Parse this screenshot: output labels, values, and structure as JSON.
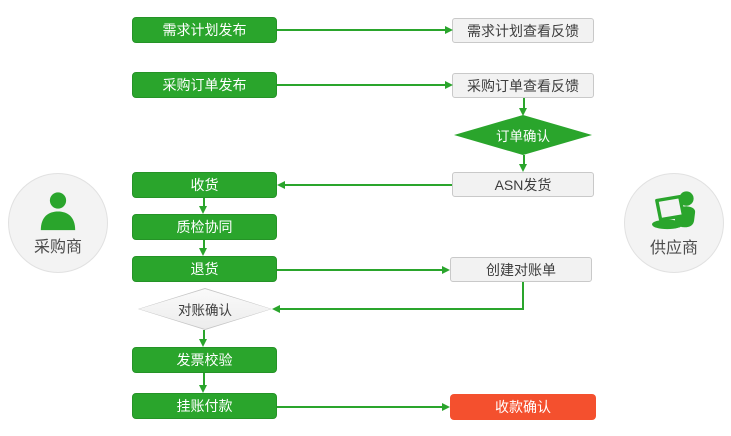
{
  "colors": {
    "green": "#2aa52c",
    "red": "#f4502e",
    "gray_node_background": "#f2f2f2",
    "gray_node_border": "#c9c9c9",
    "text_dark": "#3d3d3d"
  },
  "actors": {
    "buyer": {
      "label": "采购商",
      "icon": "person-icon"
    },
    "supplier": {
      "label": "供应商",
      "icon": "person-laptop-icon"
    }
  },
  "nodes": {
    "demand_plan_release": {
      "label": "需求计划发布",
      "style": "green"
    },
    "demand_plan_feedback": {
      "label": "需求计划查看反馈",
      "style": "gray"
    },
    "purchase_order_release": {
      "label": "采购订单发布",
      "style": "green"
    },
    "purchase_order_feedback": {
      "label": "采购订单查看反馈",
      "style": "gray"
    },
    "order_confirm": {
      "label": "订单确认",
      "style": "green-diamond"
    },
    "asn_shipment": {
      "label": "ASN发货",
      "style": "gray"
    },
    "receive_goods": {
      "label": "收货",
      "style": "green"
    },
    "quality_inspection": {
      "label": "质检协同",
      "style": "green"
    },
    "return_goods": {
      "label": "退货",
      "style": "green"
    },
    "create_statement": {
      "label": "创建对账单",
      "style": "gray"
    },
    "statement_confirm": {
      "label": "对账确认",
      "style": "gray-diamond"
    },
    "invoice_verification": {
      "label": "发票校验",
      "style": "green"
    },
    "pending_payment": {
      "label": "挂账付款",
      "style": "green"
    },
    "payment_receipt_confirm": {
      "label": "收款确认",
      "style": "red"
    }
  },
  "edges": [
    {
      "from": "demand_plan_release",
      "to": "demand_plan_feedback"
    },
    {
      "from": "purchase_order_release",
      "to": "purchase_order_feedback"
    },
    {
      "from": "purchase_order_feedback",
      "to": "order_confirm"
    },
    {
      "from": "order_confirm",
      "to": "asn_shipment"
    },
    {
      "from": "asn_shipment",
      "to": "receive_goods"
    },
    {
      "from": "receive_goods",
      "to": "quality_inspection"
    },
    {
      "from": "quality_inspection",
      "to": "return_goods"
    },
    {
      "from": "return_goods",
      "to": "create_statement"
    },
    {
      "from": "create_statement",
      "to": "statement_confirm"
    },
    {
      "from": "statement_confirm",
      "to": "invoice_verification"
    },
    {
      "from": "invoice_verification",
      "to": "pending_payment"
    },
    {
      "from": "pending_payment",
      "to": "payment_receipt_confirm"
    }
  ]
}
